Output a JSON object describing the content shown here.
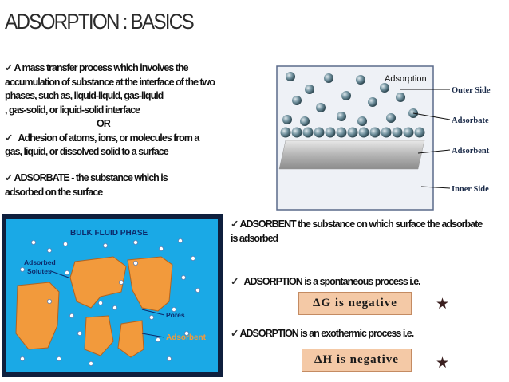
{
  "title": "ADSORPTION : BASICS",
  "definition": {
    "lines": [
      "A mass transfer process which involves the",
      "accumulation of substance at the interface of  the two",
      "phases, such as, liquid-liquid, gas-liquid",
      ", gas-solid, or liquid-solid interface"
    ],
    "or": "OR",
    "alt_lines": [
      "Adhesion of atoms, ions, or molecules from a",
      "gas, liquid, or dissolved solid to a surface"
    ]
  },
  "adsorbate": {
    "term": "ADSORBATE",
    "definition_line1": " - the substance which is",
    "definition_line2": "adsorbed on the surface"
  },
  "adsorbent": {
    "line1": "ADSORBENT the substance on which surface the  adsorbate",
    "line2": "is adsorbed"
  },
  "spontaneous": "ADSORPTION is a spontaneous process i.e.",
  "exothermic": "ADSORPTION is an exothermic process i.e.",
  "delta_g": "ΔG  is  negative",
  "delta_h": "ΔH is  negative",
  "top_diagram": {
    "title": "Adsorption",
    "labels": [
      "Outer Side",
      "Adsorbate",
      "Adsorbent",
      "Inner Side"
    ]
  },
  "bottom_diagram": {
    "title": "BULK FLUID PHASE",
    "adsorbed_solutes_line1": "Adsorbed",
    "adsorbed_solutes_line2": "Solutes",
    "pores": "Pores",
    "adsorbent": "Adsorbent"
  },
  "colors": {
    "badge_fill": "#f4c9a6",
    "fluid_blue": "#1aa9e6",
    "particle_orange": "#f29a3c",
    "star": "#3a1f1f"
  }
}
